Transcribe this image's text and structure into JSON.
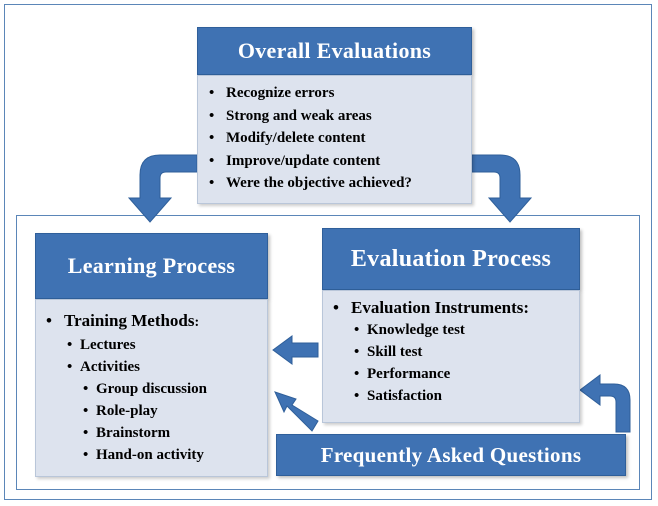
{
  "overall": {
    "title": "Overall Evaluations",
    "items": [
      "Recognize errors",
      "Strong and weak areas",
      "Modify/delete content",
      "Improve/update content",
      "Were the objective achieved?"
    ]
  },
  "learning": {
    "title": "Learning Process",
    "training_label": "Training Methods",
    "training_colon": ":",
    "lectures": "Lectures",
    "activities_label": "Activities",
    "activities": [
      "Group discussion",
      "Role-play",
      "Brainstorm",
      "Hand-on activity"
    ]
  },
  "evaluation": {
    "title": "Evaluation Process",
    "instruments_label": "Evaluation Instruments:",
    "instruments": [
      "Knowledge test",
      "Skill test",
      "Performance",
      "Satisfaction"
    ]
  },
  "faq": {
    "label": "Frequently Asked Questions"
  },
  "colors": {
    "title_fill": "#3f72b3",
    "body_fill": "#dde3ee",
    "arrow_fill": "#3f72b3",
    "frame_stroke": "#5b86b8"
  }
}
